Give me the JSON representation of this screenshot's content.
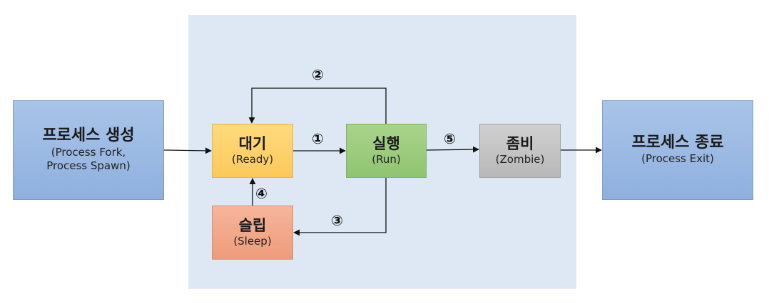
{
  "nodes": {
    "create": {
      "title": "프로세스 생성",
      "sub": "(Process Fork,\nProcess Spawn)"
    },
    "ready": {
      "title": "대기",
      "sub": "(Ready)"
    },
    "run": {
      "title": "실행",
      "sub": "(Run)"
    },
    "zombie": {
      "title": "좀비",
      "sub": "(Zombie)"
    },
    "sleep": {
      "title": "슬립",
      "sub": "(Sleep)"
    },
    "exit": {
      "title": "프로세스 종료",
      "sub": "(Process Exit)"
    }
  },
  "transitions": {
    "ready_to_run": "①",
    "run_to_ready": "②",
    "run_to_sleep": "③",
    "sleep_to_ready": "④",
    "run_to_zombie": "⑤"
  },
  "colors": {
    "panel": "#dde8f4",
    "process_box": "#9fbce4",
    "ready": "#fdd068",
    "run": "#9ccd7e",
    "zombie": "#c4c4c4",
    "sleep": "#f2a888",
    "arrow": "#111111"
  }
}
